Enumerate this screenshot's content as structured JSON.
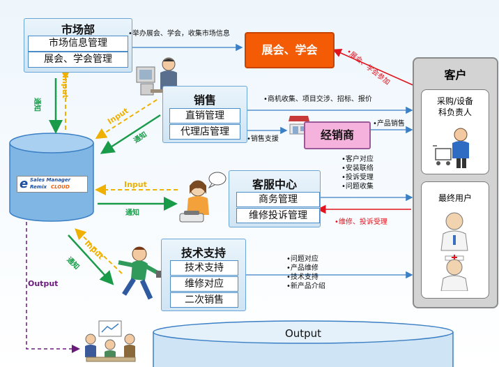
{
  "marketing": {
    "title": "市场部",
    "items": [
      "市场信息管理",
      "展会、学会管理"
    ],
    "note": "•举办展会、学会，收集市场信息"
  },
  "exhibition": {
    "label": "展会、学会"
  },
  "customer": {
    "title": "客户",
    "buyer": "采购/设备\n科负责人",
    "end_user": "最终用户"
  },
  "sales": {
    "title": "销售",
    "items": [
      "直销管理",
      "代理店管理"
    ],
    "note": "•商机收集、项目交涉、招标、报价",
    "support_note": "•销售支援",
    "product_sales": "•产品销售"
  },
  "dealer": {
    "label": "经销商"
  },
  "service": {
    "title": "客服中心",
    "items": [
      "商务管理",
      "维修投诉管理"
    ],
    "notes": [
      "•客户对应",
      "•安装联络",
      "•投诉受理",
      "•问题收集"
    ]
  },
  "tech": {
    "title": "技术支持",
    "items": [
      "技术支持",
      "维修对应",
      "二次销售"
    ],
    "notes": [
      "•问题对应",
      "•产品维修",
      "•技术支持",
      "•新产品介绍"
    ]
  },
  "red_labels": {
    "exhibit_participate": "•展会、学会参加",
    "repair_complaint": "•维修、投诉受理"
  },
  "arrows": {
    "input": "Input",
    "notify": "通知",
    "output": "Output"
  },
  "database": {
    "logo_line1": "Sales Manager",
    "logo_line2": "Remix",
    "logo_line3": "CLOUD"
  },
  "output_db": {
    "label": "Output"
  },
  "colors": {
    "orange": "#f35b04",
    "pink": "#f5b2dc",
    "dept_border": "#6aa5d6",
    "green": "#1a9b4a",
    "yellow": "#f0b000",
    "red": "#e0141e",
    "purple": "#6a1a7a"
  }
}
